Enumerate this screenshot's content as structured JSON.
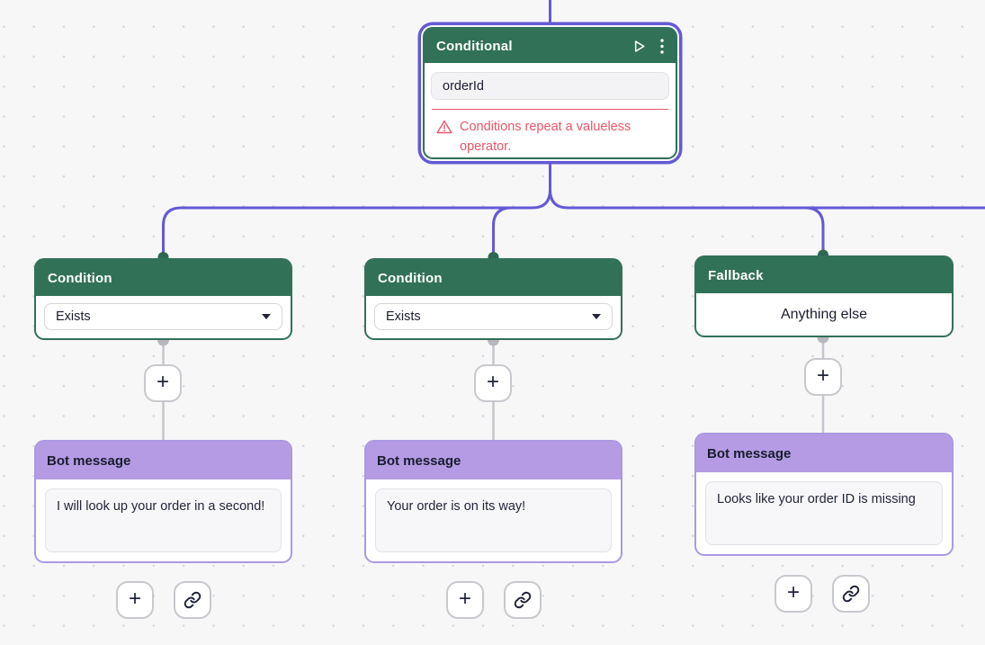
{
  "app": {
    "view": "flow-builder-canvas",
    "colors": {
      "background": "#f7f7f8",
      "grid_dot": "#d7d7db",
      "node_green": "#317158",
      "node_purple_header": "#b49be4",
      "selection_edge_purple": "#6459d6",
      "connector_gray": "#c5c6cb",
      "error_red": "#e8566a"
    }
  },
  "conditional_node": {
    "title": "Conditional",
    "input_value": "orderId",
    "error_message": "Conditions repeat a valueless operator.",
    "header_icons": [
      "play-icon",
      "kebab-menu-icon"
    ]
  },
  "branches": [
    {
      "type": "condition",
      "title": "Condition",
      "operator": "Exists"
    },
    {
      "type": "condition",
      "title": "Condition",
      "operator": "Exists"
    },
    {
      "type": "fallback",
      "title": "Fallback",
      "label": "Anything else"
    }
  ],
  "bot_messages": [
    {
      "title": "Bot message",
      "message": "I will look up your order in a second!"
    },
    {
      "title": "Bot message",
      "message": "Your order is on its way!"
    },
    {
      "title": "Bot message",
      "message": "Looks like your order ID is missing"
    }
  ],
  "buttons": {
    "add_label": "+",
    "link_icon": "link-icon"
  }
}
